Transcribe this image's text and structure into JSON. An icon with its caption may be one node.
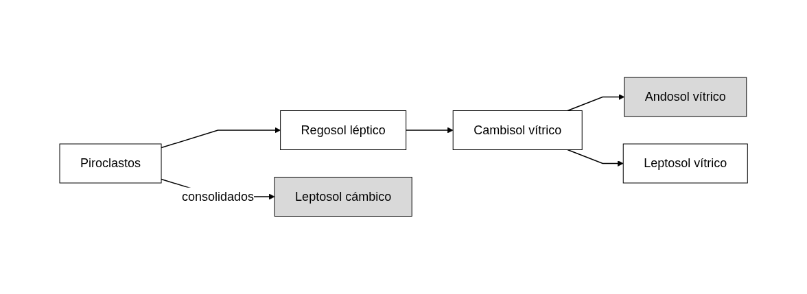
{
  "diagram": {
    "nodes": [
      {
        "text": [
          "Piroclastos"
        ]
      },
      {
        "text": [
          "Regosol léptico"
        ]
      },
      {
        "text": [
          "Cambisol vítrico"
        ]
      },
      {
        "text": [
          "Andosol vítrico"
        ]
      },
      {
        "text": [
          "Leptosol vítrico"
        ]
      },
      {
        "text": [
          "Leptosol cámbico"
        ]
      }
    ],
    "edges": [
      {
        "from": 0,
        "to": 1,
        "arrow": "to"
      },
      {
        "from": 1,
        "to": 2,
        "arrow": "to"
      },
      {
        "from": 2,
        "to": 3,
        "arrow": "to"
      },
      {
        "from": 2,
        "to": 4,
        "arrow": "to"
      },
      {
        "from": 0,
        "to": 5,
        "arrow": "to",
        "label": "consolidados"
      }
    ]
  }
}
